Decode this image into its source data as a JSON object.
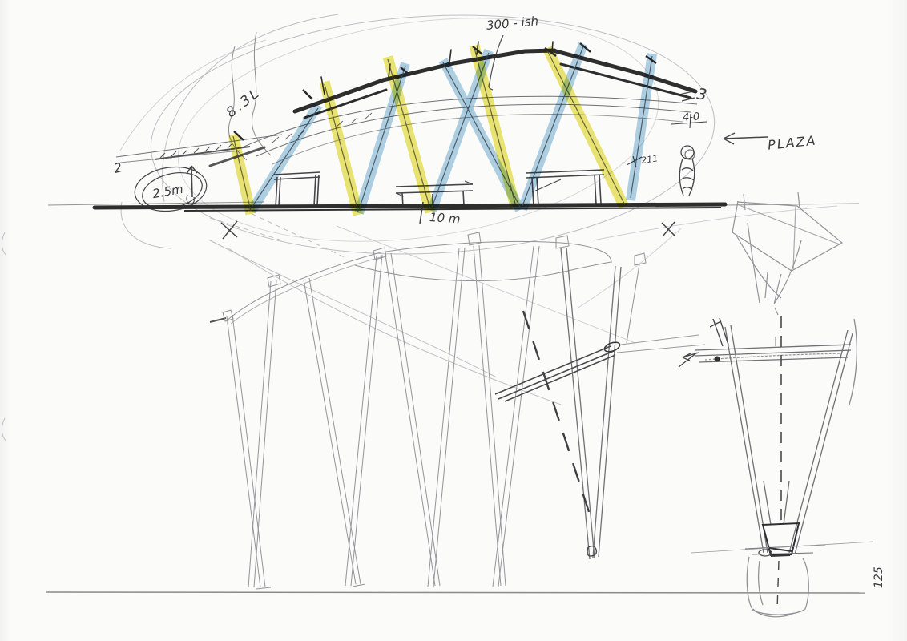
{
  "annotations": {
    "note_300ish": "300 - ish",
    "note_83": "8.3L",
    "label_2": "2",
    "dim_2_5m": "2.5m",
    "label_3": "3",
    "dim_4_0": "4-0",
    "dim_211": "211",
    "label_plaza": "PLAZA",
    "dim_10m": "10 m",
    "page_number": "125"
  },
  "colors": {
    "highlighter_blue": "#9cc7e0",
    "highlighter_yellow": "#e7e25c",
    "marker_dark": "#2e2e2e",
    "pencil": "#6f6f74",
    "pencil_light": "#b4b4ba",
    "paper": "#fbfbf9"
  }
}
